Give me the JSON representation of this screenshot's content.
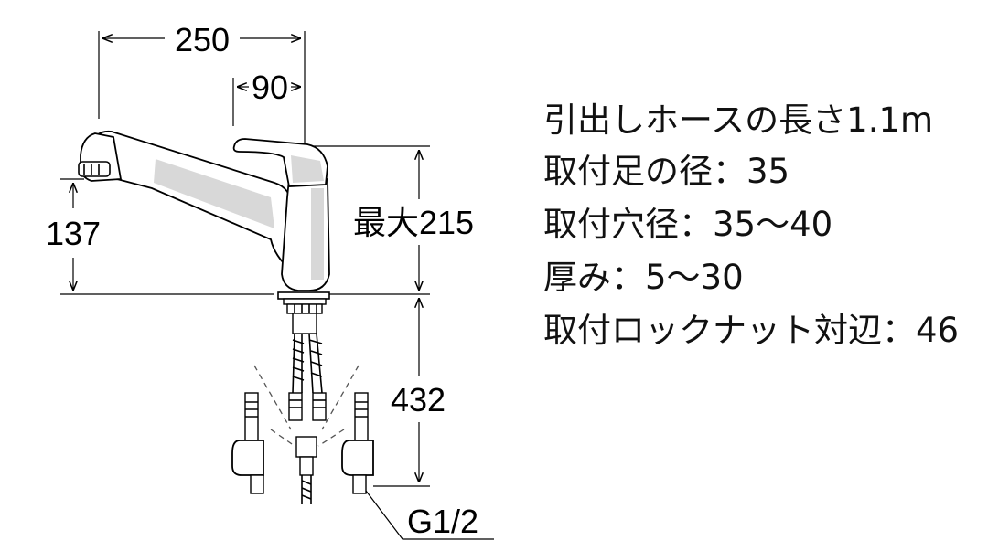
{
  "dimensions": {
    "total_width": "250",
    "spout_offset": "90",
    "spout_height": "137",
    "max_height": "最大215",
    "hose_length": "432",
    "connection": "G1/2"
  },
  "specs": [
    "引出しホースの長さ1.1m",
    "取付足の径：35",
    "取付穴径：35〜40",
    "厚み：5〜30",
    "取付ロックナット対辺：46"
  ]
}
